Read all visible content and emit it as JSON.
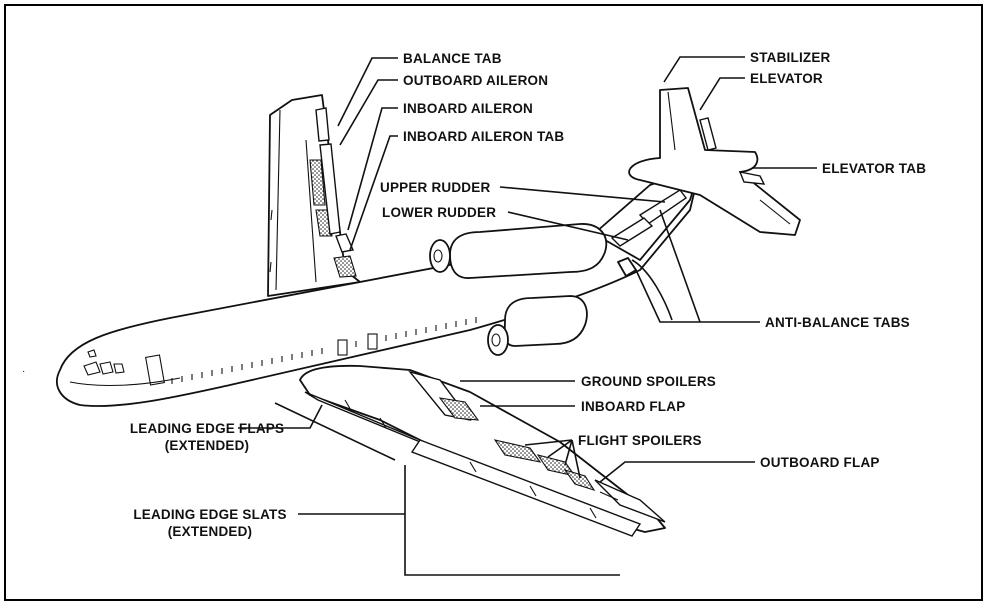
{
  "labels": {
    "balance_tab": "BALANCE TAB",
    "outboard_aileron": "OUTBOARD AILERON",
    "inboard_aileron": "INBOARD AILERON",
    "inboard_aileron_tab": "INBOARD AILERON TAB",
    "stabilizer": "STABILIZER",
    "elevator": "ELEVATOR",
    "elevator_tab": "ELEVATOR TAB",
    "upper_rudder": "UPPER RUDDER",
    "lower_rudder": "LOWER RUDDER",
    "anti_balance_tabs": "ANTI-BALANCE TABS",
    "ground_spoilers": "GROUND SPOILERS",
    "inboard_flap": "INBOARD FLAP",
    "flight_spoilers": "FLIGHT SPOILERS",
    "outboard_flap": "OUTBOARD FLAP",
    "leading_edge_flaps_line1": "LEADING EDGE FLAPS",
    "leading_edge_flaps_line2": "(EXTENDED)",
    "leading_edge_slats_line1": "LEADING EDGE SLATS",
    "leading_edge_slats_line2": "(EXTENDED)"
  },
  "colors": {
    "ink": "#111111",
    "paper": "#ffffff"
  }
}
